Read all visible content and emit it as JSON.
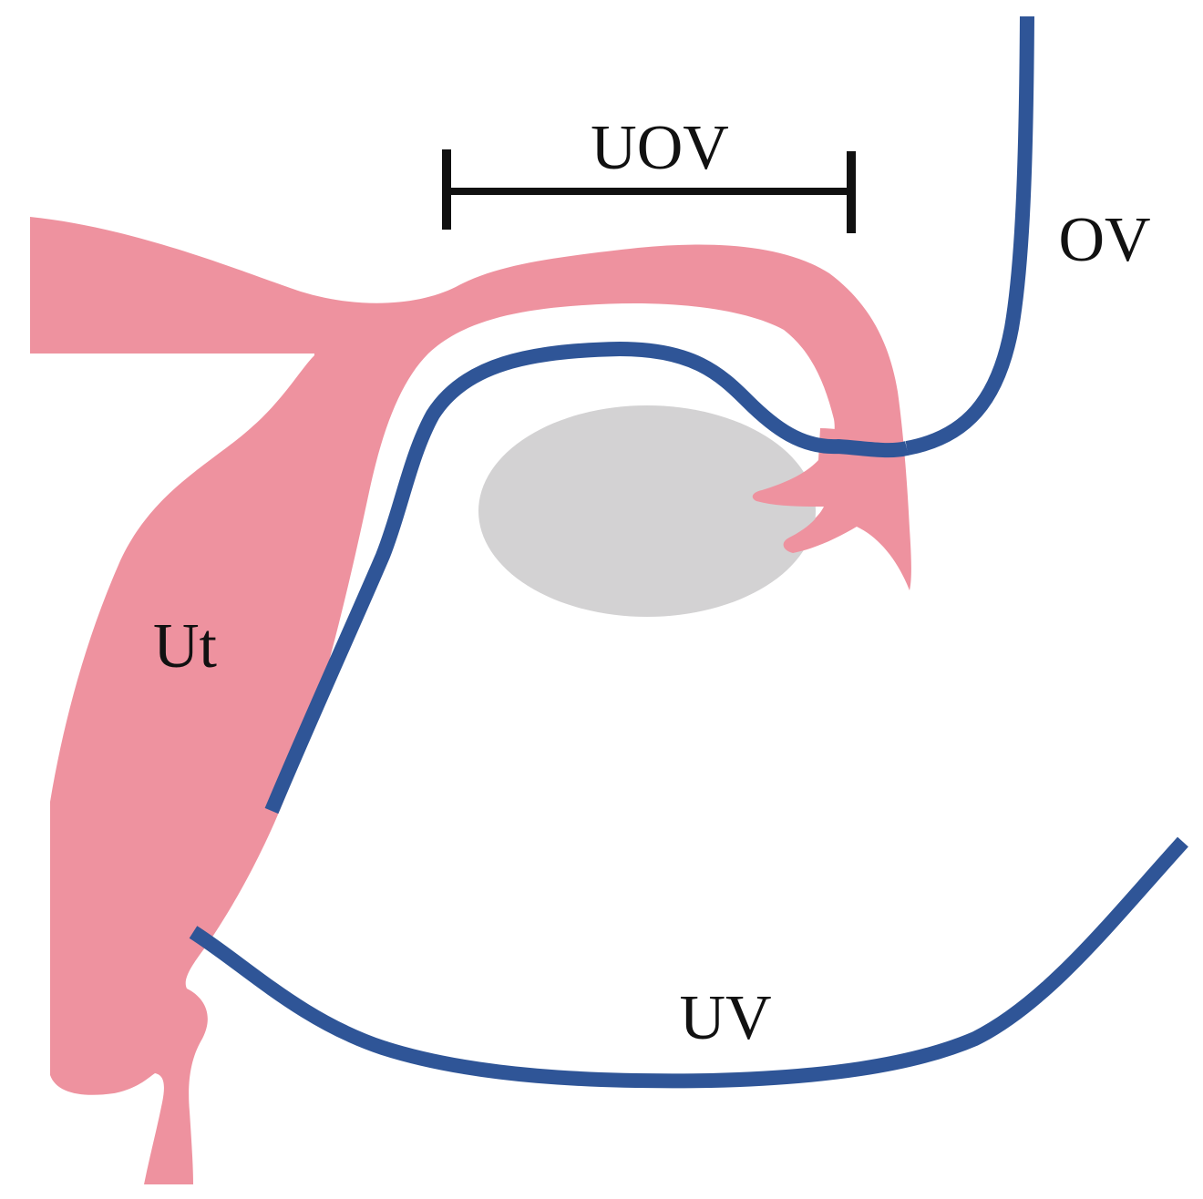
{
  "labels": {
    "uov": "UOV",
    "ov": "OV",
    "ut": "Ut",
    "uv": "UV"
  },
  "colors": {
    "uterus": "#ee929f",
    "vein": "#2f5597",
    "ovary": "#d3d2d3",
    "bracket": "#111111",
    "background": "#ffffff"
  }
}
